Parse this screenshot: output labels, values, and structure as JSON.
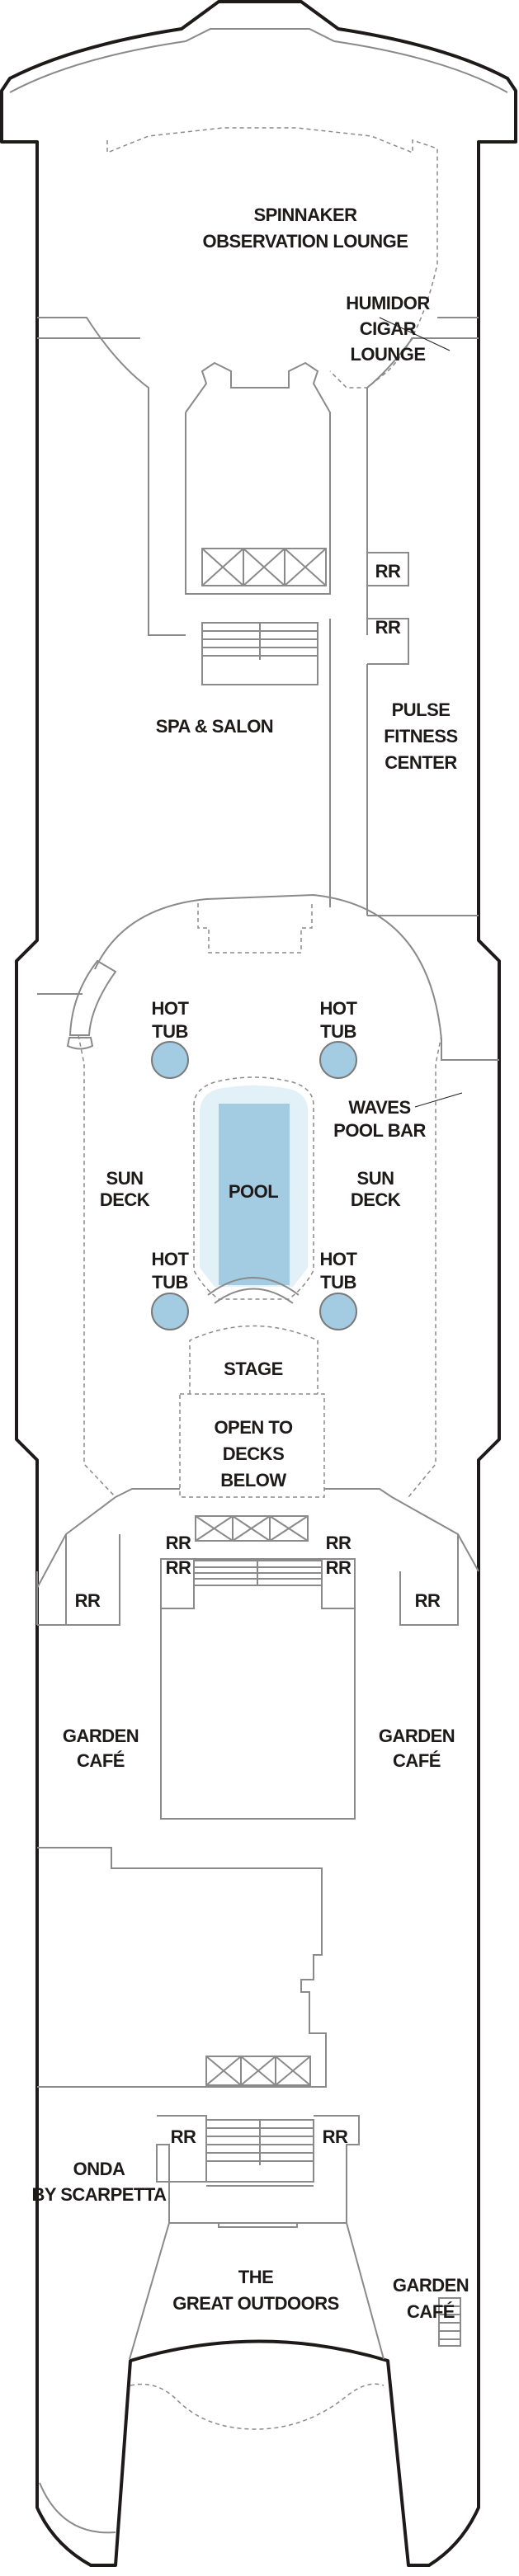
{
  "deck": {
    "colors": {
      "hull": "#1e1a1a",
      "walls": "#8a8a8a",
      "water": "#a3cbe1",
      "water_light": "#e2f0f8"
    },
    "venues": {
      "spinnaker": [
        "SPINNAKER",
        "OBSERVATION LOUNGE"
      ],
      "humidor": [
        "HUMIDOR",
        "CIGAR",
        "LOUNGE"
      ],
      "pulse": [
        "PULSE",
        "FITNESS",
        "CENTER"
      ],
      "spa": "SPA & SALON",
      "hot_tub": [
        "HOT",
        "TUB"
      ],
      "waves": [
        "WAVES",
        "POOL BAR"
      ],
      "sun_deck": [
        "SUN",
        "DECK"
      ],
      "pool": "POOL",
      "stage": "STAGE",
      "open_to_decks": [
        "OPEN TO",
        "DECKS",
        "BELOW"
      ],
      "garden_cafe": [
        "GARDEN",
        "CAFÉ"
      ],
      "onda": [
        "ONDA",
        "BY SCARPETTA"
      ],
      "great_outdoors": [
        "THE",
        "GREAT OUTDOORS"
      ],
      "restroom": "RR"
    }
  }
}
